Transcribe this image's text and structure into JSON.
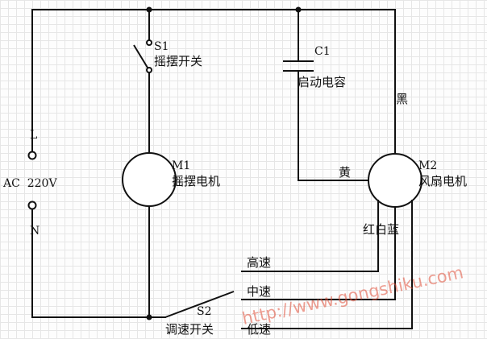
{
  "source": {
    "terminal_l": "L",
    "terminal_n": "N",
    "voltage_label": "AC  220V"
  },
  "switch_s1": {
    "ref": "S1",
    "name": "摇摆开关"
  },
  "capacitor_c1": {
    "ref": "C1",
    "name": "启动电容"
  },
  "motor_m1": {
    "ref": "M1",
    "name": "摇摆电机"
  },
  "motor_m2": {
    "ref": "M2",
    "name": "风扇电机"
  },
  "wire_colors": {
    "black": "黑",
    "yellow": "黄",
    "red_white_blue": "红白蓝"
  },
  "speeds": {
    "high": "高速",
    "medium": "中速",
    "low": "低速"
  },
  "switch_s2": {
    "ref": "S2",
    "name": "调速开关"
  },
  "watermark": "http://www.gongshiku.com"
}
